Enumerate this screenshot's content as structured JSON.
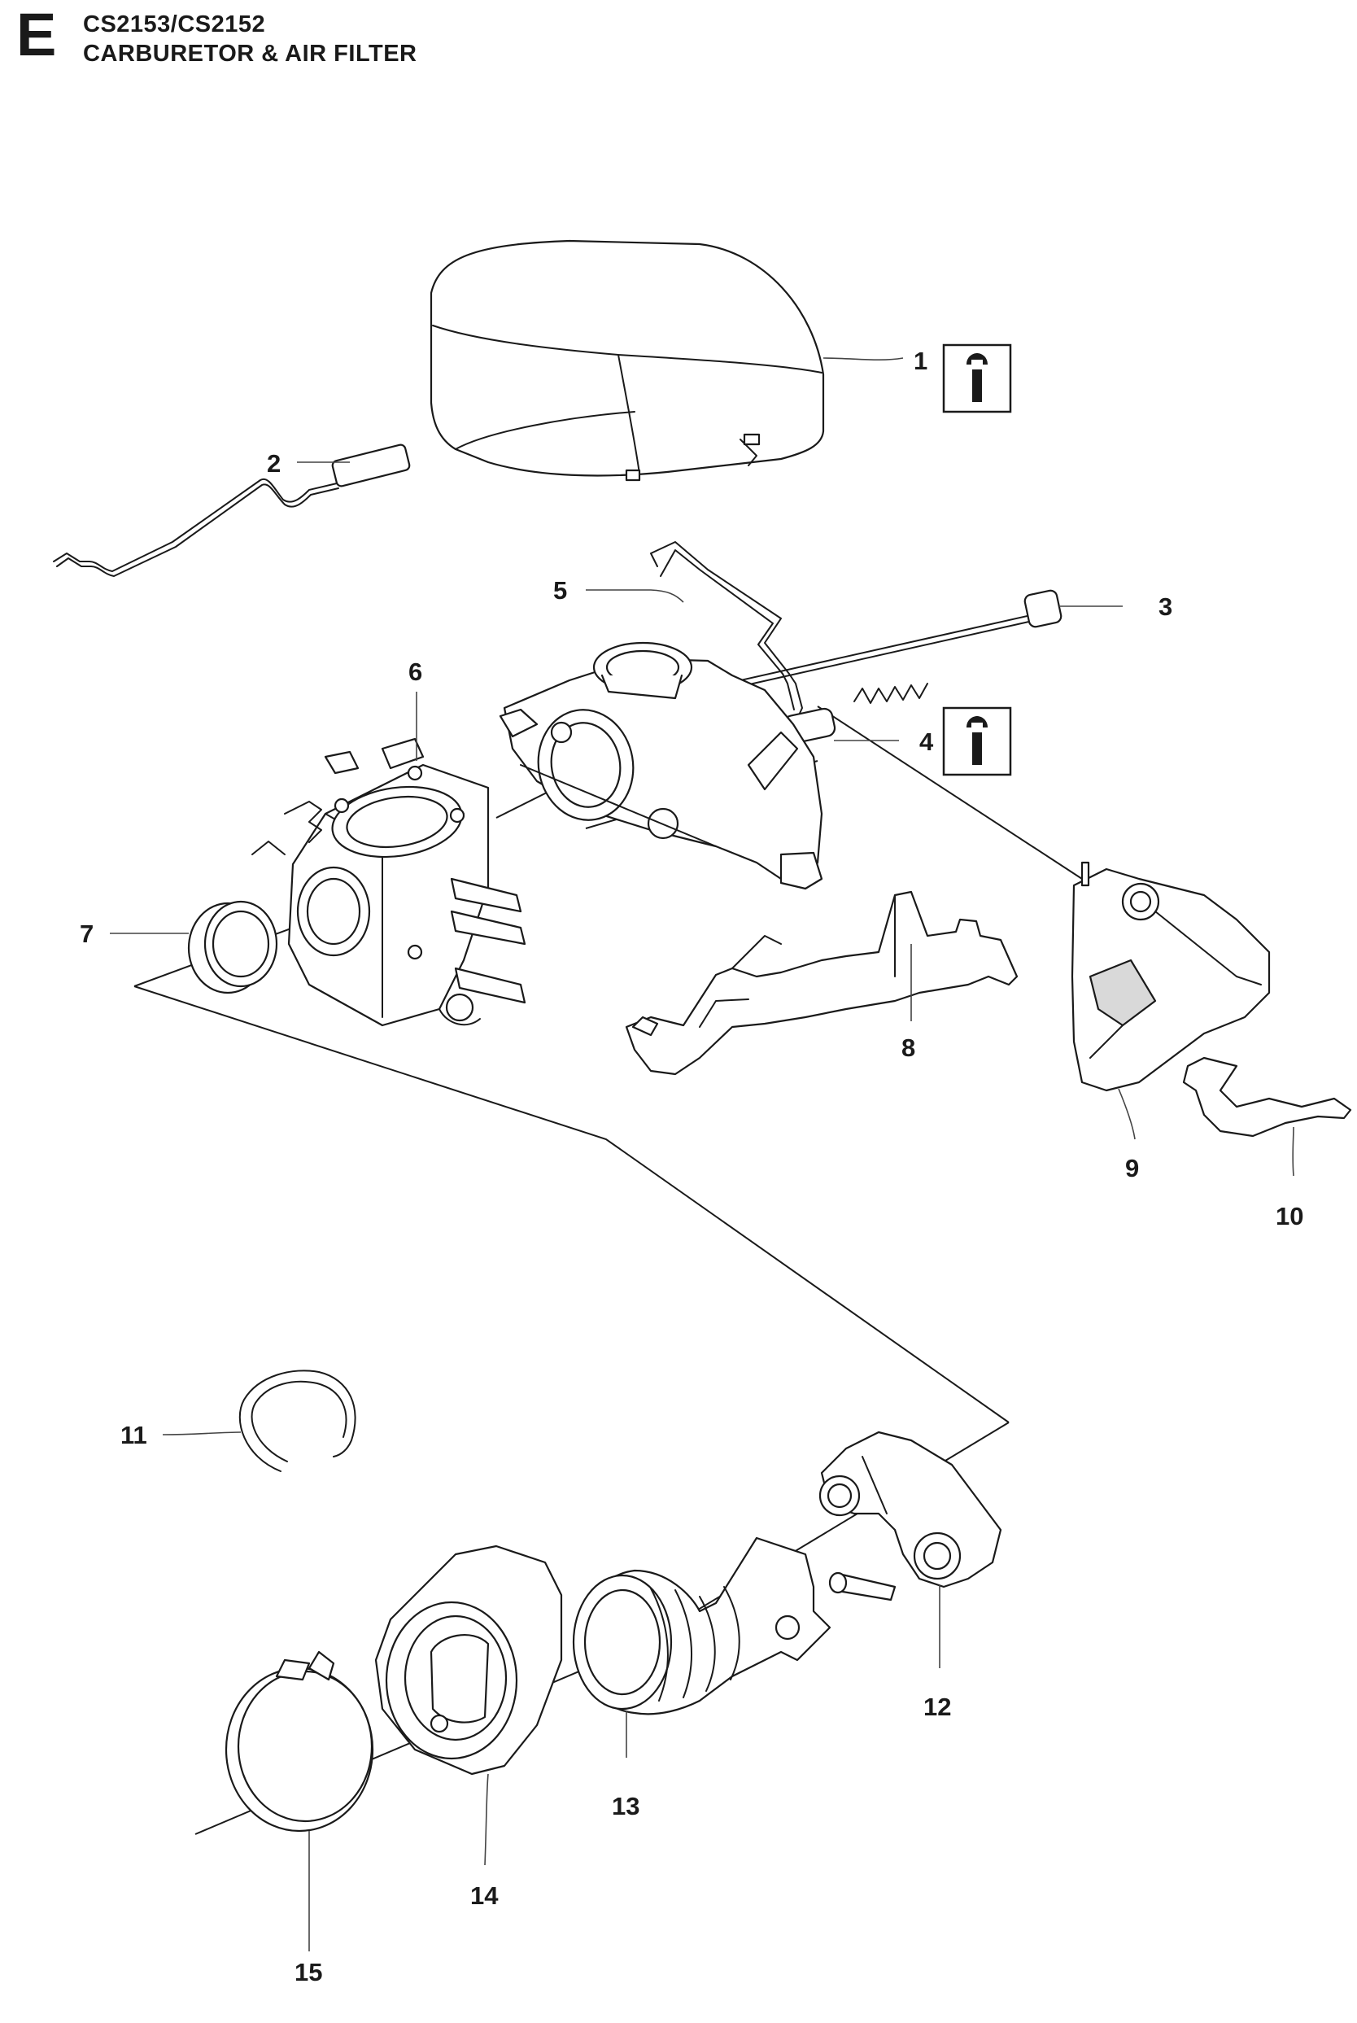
{
  "header": {
    "section_letter": "E",
    "model": "CS2153/CS2152",
    "title": "CARBURETOR & AIR FILTER"
  },
  "callouts": [
    {
      "id": "1",
      "label": "1",
      "service_icon": true
    },
    {
      "id": "2",
      "label": "2"
    },
    {
      "id": "3",
      "label": "3"
    },
    {
      "id": "4",
      "label": "4",
      "service_icon": true
    },
    {
      "id": "5",
      "label": "5"
    },
    {
      "id": "6",
      "label": "6"
    },
    {
      "id": "7",
      "label": "7"
    },
    {
      "id": "8",
      "label": "8"
    },
    {
      "id": "9",
      "label": "9"
    },
    {
      "id": "10",
      "label": "10"
    },
    {
      "id": "11",
      "label": "11"
    },
    {
      "id": "12",
      "label": "12"
    },
    {
      "id": "13",
      "label": "13"
    },
    {
      "id": "14",
      "label": "14"
    },
    {
      "id": "15",
      "label": "15"
    }
  ],
  "icons": {
    "service": "wrench-service-icon"
  }
}
